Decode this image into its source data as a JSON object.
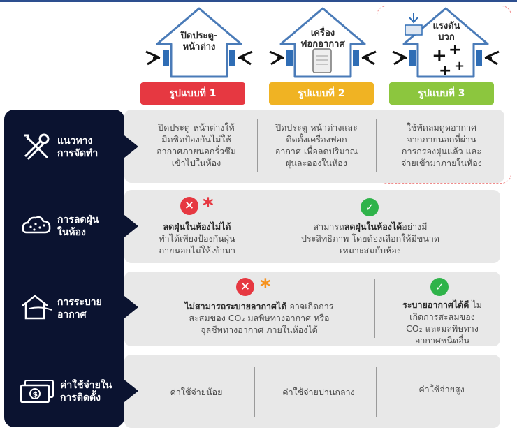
{
  "houses": [
    {
      "text_line1": "ปิดประตู-",
      "text_line2": "หน้าต่าง"
    },
    {
      "text_line1": "เครื่อง",
      "text_line2": "ฟอกอากาศ"
    },
    {
      "text_line1": "แรงดัน",
      "text_line2": "บวก"
    }
  ],
  "badges": [
    {
      "label": "รูปแบบที่ 1",
      "color": "#e63841"
    },
    {
      "label": "รูปแบบที่ 2",
      "color": "#f0b323"
    },
    {
      "label": "รูปแบบที่ 3",
      "color": "#8cc63e"
    }
  ],
  "rows": [
    {
      "title_line1": "แนวทาง",
      "title_line2": "การจัดทำ",
      "icon": "tools-icon"
    },
    {
      "title_line1": "การลดฝุ่น",
      "title_line2": "ในห้อง",
      "icon": "dust-cloud-icon"
    },
    {
      "title_line1": "การระบาย",
      "title_line2": "อากาศ",
      "icon": "house-airflow-icon"
    },
    {
      "title_line1": "ค่าใช้จ่ายใน",
      "title_line2": "การติดตั้ง",
      "icon": "money-icon"
    }
  ],
  "approach": [
    [
      "ปิดประตู-หน้าต่างให้",
      "มิดชิดป้องกันไม่ให้",
      "อากาศภายนอกรั่วซึม",
      "เข้าไปในห้อง"
    ],
    [
      "ปิดประตู-หน้าต่างและ",
      "ติดตั้งเครื่องฟอก",
      "อากาศ เพื่อลดปริมาณ",
      "ฝุ่นละอองในห้อง"
    ],
    [
      "ใช้พัดลมดูดอากาศ",
      "จากภายนอกที่ผ่าน",
      "การกรองฝุ่นแล้ว และ",
      "จ่ายเข้ามาภายในห้อง"
    ]
  ],
  "dust": {
    "bad_bold": "ลดฝุ่นในห้องไม่ได้",
    "bad_line2": "ทำได้เพียงป้องกันฝุ่น",
    "bad_line3": "ภายนอกไม่ให้เข้ามา",
    "good_pre": "สามารถ",
    "good_bold": "ลดฝุ่นในห้องได้",
    "good_post": "อย่างมี",
    "good_line2": "ประสิทธิภาพ โดยต้องเลือกให้มีขนาด",
    "good_line3": "เหมาะสมกับห้อง"
  },
  "vent": {
    "bad_bold": "ไม่สามารถระบายอากาศได้",
    "bad_post": " อาจเกิดการ",
    "bad_line2": "สะสมของ CO₂ มลพิษทางอากาศ หรือ",
    "bad_line3": "จุลชีพทางอากาศ ภายในห้องได้",
    "good_bold": "ระบายอากาศได้ดี",
    "good_post": " ไม่",
    "good_line2": "เกิดการสะสมของ",
    "good_line3": "CO₂ และมลพิษทาง",
    "good_line4": "อากาศชนิดอื่น"
  },
  "cost": [
    "ค่าใช้จ่ายน้อย",
    "ค่าใช้จ่ายปานกลาง",
    "ค่าใช้จ่ายสูง"
  ],
  "colors": {
    "red": "#e63841",
    "orange": "#f6921e",
    "green": "#2fb34a",
    "navy": "#0b1330"
  }
}
